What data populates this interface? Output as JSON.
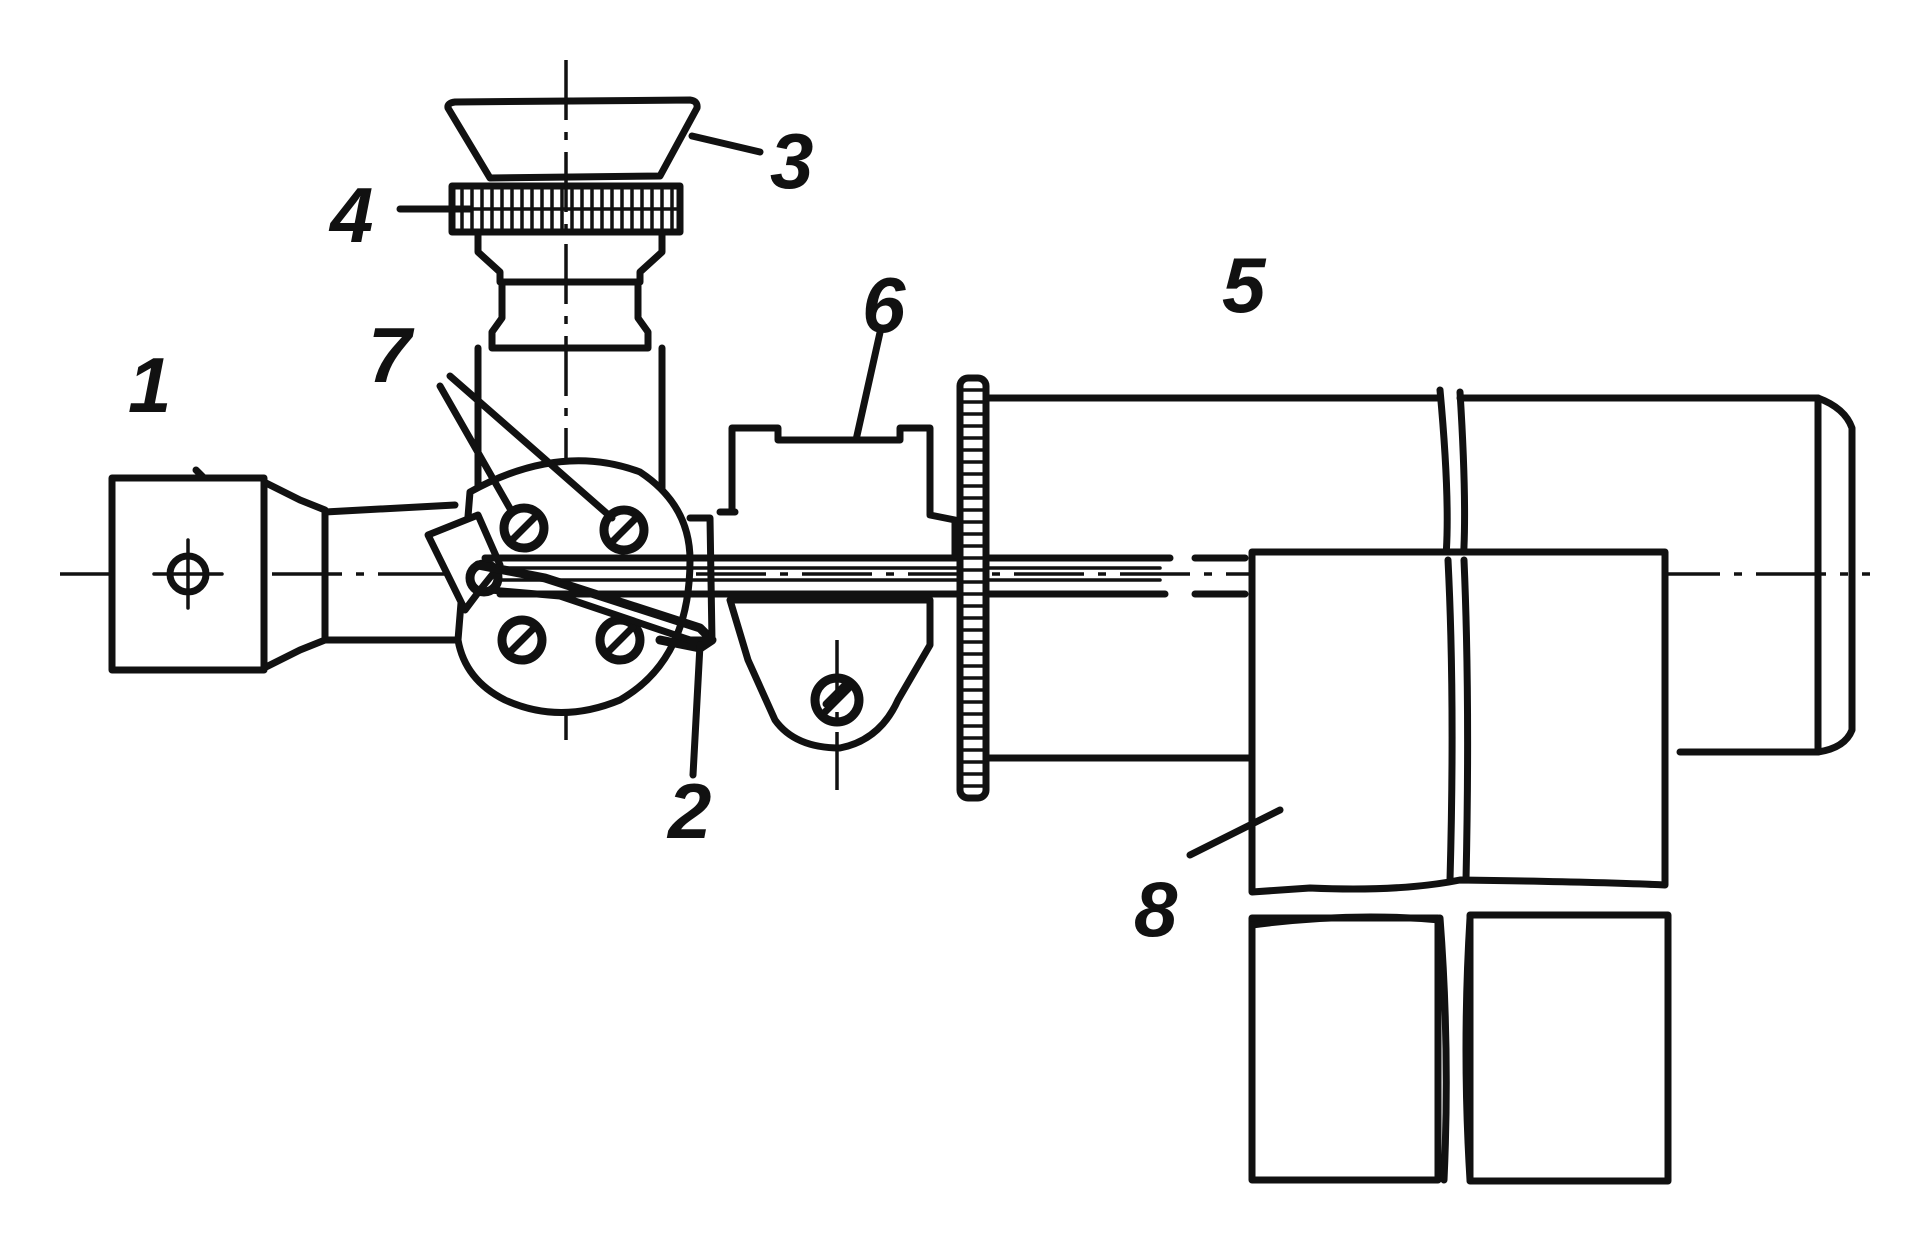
{
  "labels": {
    "l1": "1",
    "l2": "2",
    "l3": "3",
    "l4": "4",
    "l5": "5",
    "l6": "6",
    "l7": "7",
    "l8": "8"
  },
  "icons": {
    "crosshair": "crosshair-icon",
    "screw": "screw-head-icon"
  },
  "colors": {
    "ink": "#111111",
    "paper": "#ffffff"
  }
}
